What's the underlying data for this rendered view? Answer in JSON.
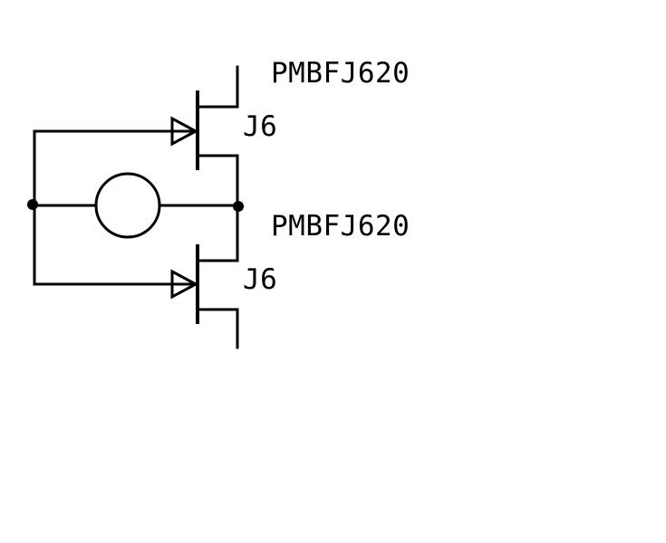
{
  "components": {
    "top_jfet": {
      "part_number": "PMBFJ620",
      "designator": "J6"
    },
    "bottom_jfet": {
      "part_number": "PMBFJ620",
      "designator": "J6"
    },
    "source": {
      "symbol": "circle"
    }
  },
  "colors": {
    "background": "#ffffff",
    "ink": "#000000"
  }
}
